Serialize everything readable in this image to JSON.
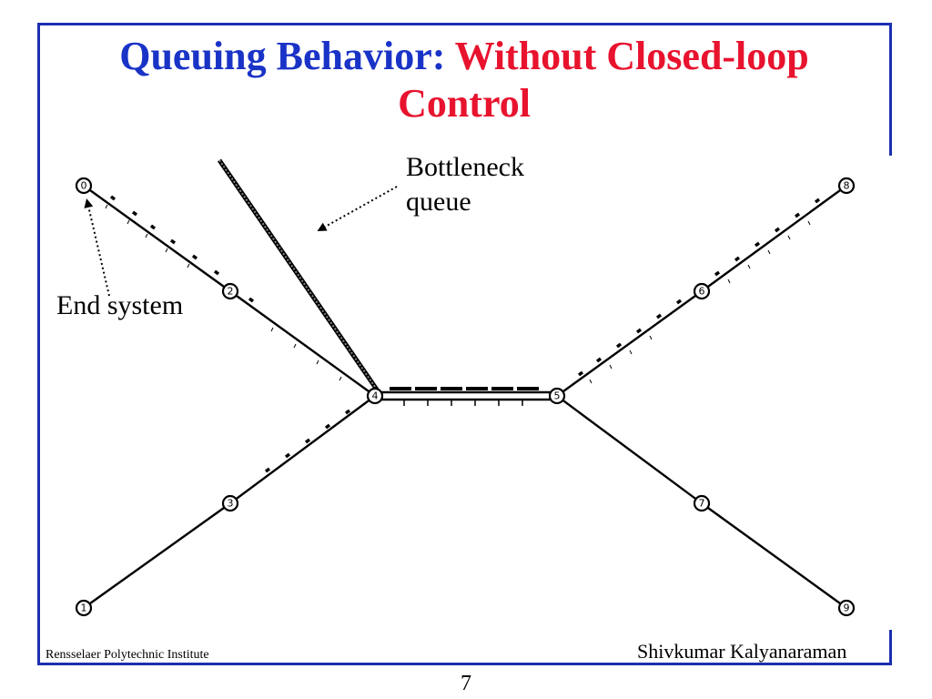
{
  "slide": {
    "title_part1": "Queuing Behavior:",
    "title_part2": "Without Closed-loop",
    "title_part3": "Control",
    "footer_left": "Rensselaer Polytechnic Institute",
    "footer_right": "Shivkumar Kalyanaraman",
    "page_number": "7"
  },
  "annotations": {
    "bottleneck_line1": "Bottleneck",
    "bottleneck_line2": "queue",
    "end_system": "End system"
  },
  "nodes": [
    {
      "id": "0",
      "label": "0"
    },
    {
      "id": "1",
      "label": "1"
    },
    {
      "id": "2",
      "label": "2"
    },
    {
      "id": "3",
      "label": "3"
    },
    {
      "id": "4",
      "label": "4"
    },
    {
      "id": "5",
      "label": "5"
    },
    {
      "id": "6",
      "label": "6"
    },
    {
      "id": "7",
      "label": "7"
    },
    {
      "id": "8",
      "label": "8"
    },
    {
      "id": "9",
      "label": "9"
    }
  ],
  "links": [
    {
      "from": "0",
      "to": "2"
    },
    {
      "from": "2",
      "to": "4"
    },
    {
      "from": "1",
      "to": "3"
    },
    {
      "from": "3",
      "to": "4"
    },
    {
      "from": "4",
      "to": "5"
    },
    {
      "from": "5",
      "to": "6"
    },
    {
      "from": "6",
      "to": "8"
    },
    {
      "from": "5",
      "to": "7"
    },
    {
      "from": "7",
      "to": "9"
    }
  ]
}
